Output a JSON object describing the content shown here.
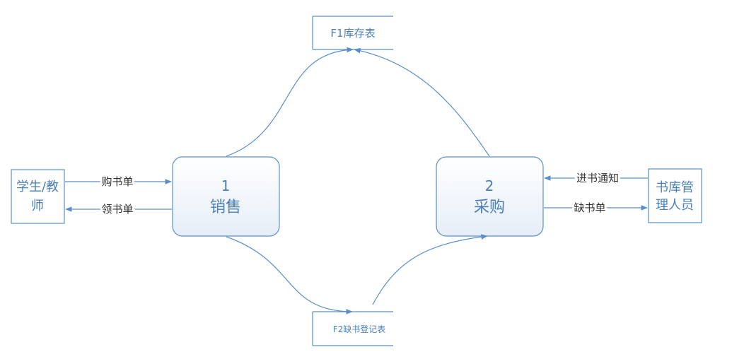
{
  "external_entities": {
    "student_teacher": {
      "line1": "学生/教",
      "line2": "师"
    },
    "librarian": {
      "line1": "书库管",
      "line2": "理人员"
    }
  },
  "processes": {
    "sales": {
      "number": "1",
      "name": "销售"
    },
    "purchase": {
      "number": "2",
      "name": "采购"
    }
  },
  "data_stores": {
    "inventory": {
      "label": "F1库存表"
    },
    "shortage": {
      "label": "F2缺书登记表"
    }
  },
  "flows": {
    "purchase_order": "购书单",
    "pickup_order": "领书单",
    "restock_notice": "进书通知",
    "shortage_order": "缺书单"
  },
  "colors": {
    "line": "#5b8fc9",
    "text_blue": "#4a7fb8",
    "process_fill_top": "#ffffff",
    "process_fill_bottom": "#e8eff8"
  }
}
